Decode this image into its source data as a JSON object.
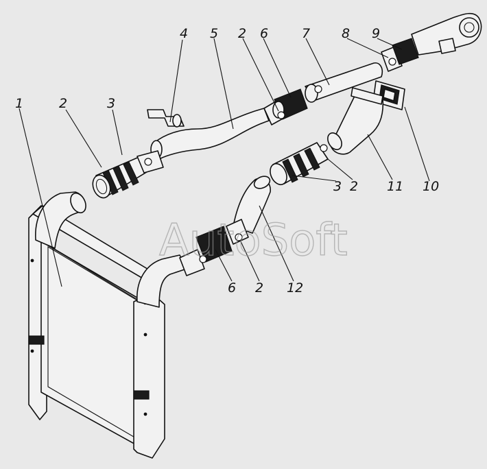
{
  "watermark": "AutoSoft",
  "callouts": [
    {
      "id": "label-1",
      "text": "1"
    },
    {
      "id": "label-2a",
      "text": "2"
    },
    {
      "id": "label-3a",
      "text": "3"
    },
    {
      "id": "label-4",
      "text": "4"
    },
    {
      "id": "label-5",
      "text": "5"
    },
    {
      "id": "label-2b",
      "text": "2"
    },
    {
      "id": "label-6a",
      "text": "6"
    },
    {
      "id": "label-7",
      "text": "7"
    },
    {
      "id": "label-8",
      "text": "8"
    },
    {
      "id": "label-9",
      "text": "9"
    },
    {
      "id": "label-10",
      "text": "10"
    },
    {
      "id": "label-11",
      "text": "11"
    },
    {
      "id": "label-2c",
      "text": "2"
    },
    {
      "id": "label-3b",
      "text": "3"
    },
    {
      "id": "label-12",
      "text": "12"
    },
    {
      "id": "label-2d",
      "text": "2"
    },
    {
      "id": "label-6b",
      "text": "6"
    }
  ]
}
